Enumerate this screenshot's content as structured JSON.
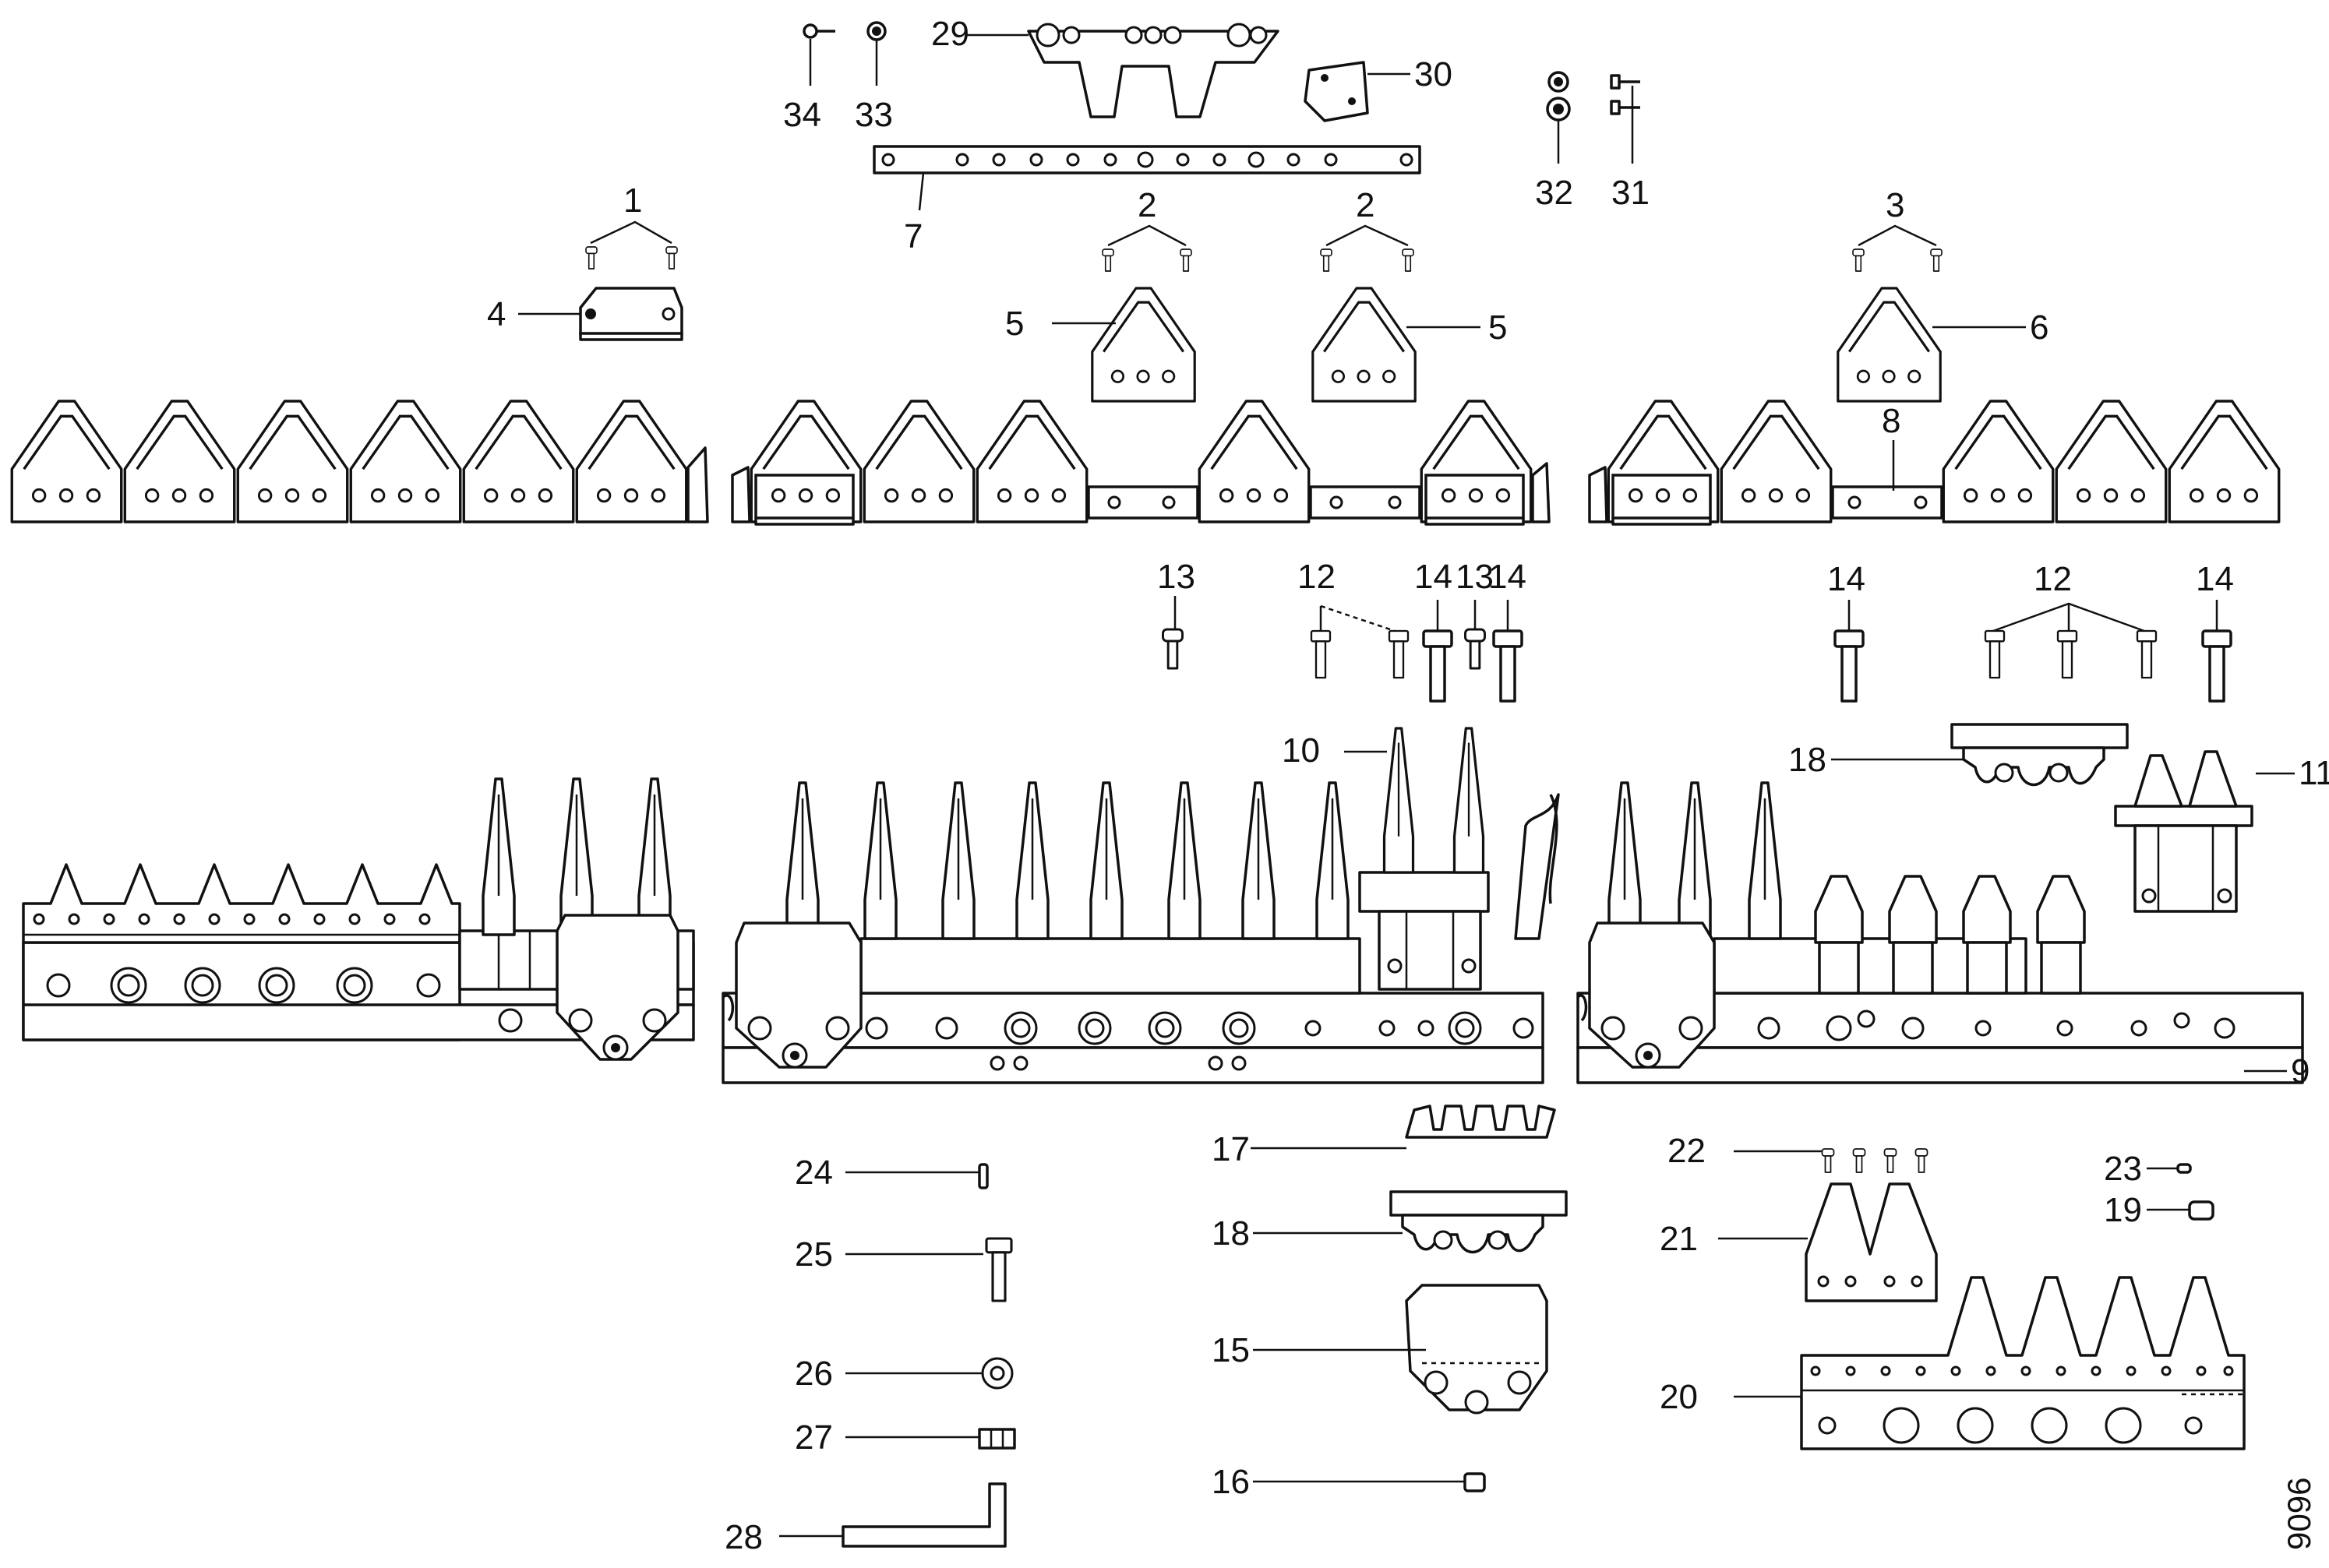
{
  "figure_id": "9096",
  "callouts": [
    {
      "id": "c1",
      "text": "1"
    },
    {
      "id": "c2a",
      "text": "2"
    },
    {
      "id": "c2b",
      "text": "2"
    },
    {
      "id": "c3",
      "text": "3"
    },
    {
      "id": "c4",
      "text": "4"
    },
    {
      "id": "c5a",
      "text": "5"
    },
    {
      "id": "c5b",
      "text": "5"
    },
    {
      "id": "c6",
      "text": "6"
    },
    {
      "id": "c7",
      "text": "7"
    },
    {
      "id": "c8",
      "text": "8"
    },
    {
      "id": "c9",
      "text": "9"
    },
    {
      "id": "c10",
      "text": "10"
    },
    {
      "id": "c11",
      "text": "11"
    },
    {
      "id": "c12a",
      "text": "12"
    },
    {
      "id": "c12b",
      "text": "12"
    },
    {
      "id": "c13a",
      "text": "13"
    },
    {
      "id": "c13b",
      "text": "13"
    },
    {
      "id": "c14a",
      "text": "14"
    },
    {
      "id": "c14b",
      "text": "14"
    },
    {
      "id": "c14c",
      "text": "14"
    },
    {
      "id": "c14d",
      "text": "14"
    },
    {
      "id": "c15",
      "text": "15"
    },
    {
      "id": "c16",
      "text": "16"
    },
    {
      "id": "c17",
      "text": "17"
    },
    {
      "id": "c18a",
      "text": "18"
    },
    {
      "id": "c18b",
      "text": "18"
    },
    {
      "id": "c19",
      "text": "19"
    },
    {
      "id": "c20",
      "text": "20"
    },
    {
      "id": "c21",
      "text": "21"
    },
    {
      "id": "c22",
      "text": "22"
    },
    {
      "id": "c23",
      "text": "23"
    },
    {
      "id": "c24",
      "text": "24"
    },
    {
      "id": "c25",
      "text": "25"
    },
    {
      "id": "c26",
      "text": "26"
    },
    {
      "id": "c27",
      "text": "27"
    },
    {
      "id": "c28",
      "text": "28"
    },
    {
      "id": "c29",
      "text": "29"
    },
    {
      "id": "c30",
      "text": "30"
    },
    {
      "id": "c31",
      "text": "31"
    },
    {
      "id": "c32",
      "text": "32"
    },
    {
      "id": "c33",
      "text": "33"
    },
    {
      "id": "c34",
      "text": "34"
    }
  ]
}
